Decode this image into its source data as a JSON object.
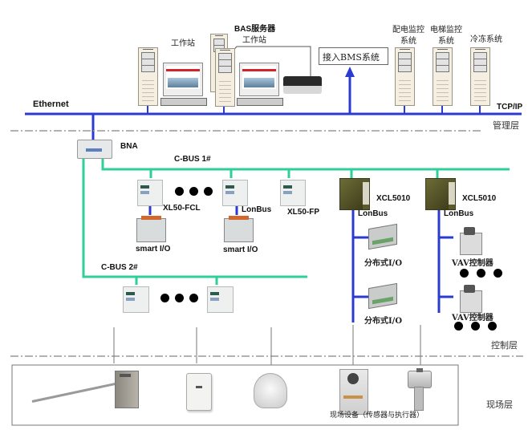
{
  "diagram": {
    "management_layer": {
      "bus_label": "Ethernet",
      "protocol_label": "TCP/IP",
      "layer_label": "管理层",
      "workstation_label": "工作站",
      "bas_server_label_line1": "BAS服务器",
      "bas_server_label_line2": "工作站",
      "bms_box_label": "接入BMS系统",
      "subsystems": [
        {
          "line1": "配电监控",
          "line2": "系统"
        },
        {
          "line1": "电梯监控",
          "line2": "系统"
        },
        {
          "line1": "冷冻系统",
          "line2": ""
        }
      ]
    },
    "control_layer": {
      "layer_label": "控制层",
      "bna_label": "BNA",
      "cbus1_label": "C-BUS 1#",
      "cbus2_label": "C-BUS 2#",
      "xl50_fcl_label": "XL50-FCL",
      "lonbus_label": "LonBus",
      "xl50_fp_label": "XL50-FP",
      "smart_io_label": "smart I/O",
      "xcl5010_label": "XCL5010",
      "distributed_io_label": "分布式I/O",
      "vav_controller_label": "VAV控制器"
    },
    "field_layer": {
      "layer_label": "现场层",
      "devices_caption": "现场设备（传感器与执行器）"
    },
    "colors": {
      "ethernet_bus": "#2b3bd0",
      "cbus": "#2fcf9a",
      "lonbus": "#2b3bd0",
      "layer_separator": "#888888"
    }
  }
}
